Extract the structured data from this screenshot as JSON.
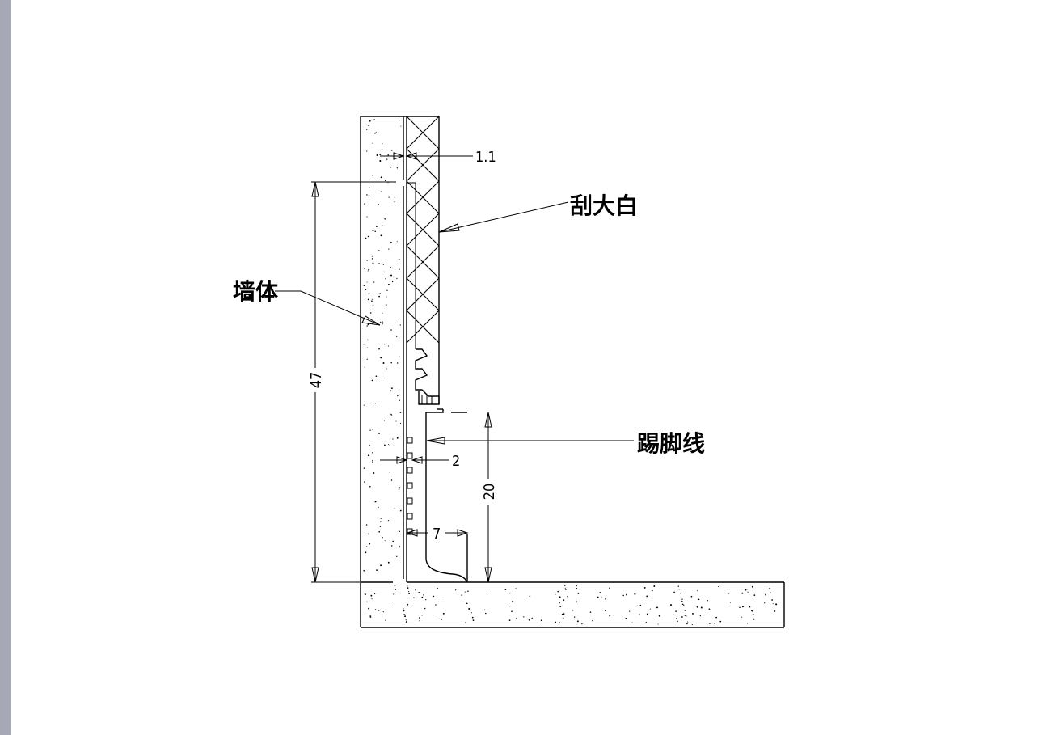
{
  "labels": {
    "wall": "墙体",
    "putty": "刮大白",
    "baseboard": "踢脚线"
  },
  "dimensions": {
    "total_height": "47",
    "baseboard_height": "20",
    "putty_thickness": "1.1",
    "gap": "2",
    "foot_offset": "7"
  },
  "colors": {
    "side_bar": "#a6a8b5",
    "line": "#000000",
    "background": "#ffffff"
  }
}
